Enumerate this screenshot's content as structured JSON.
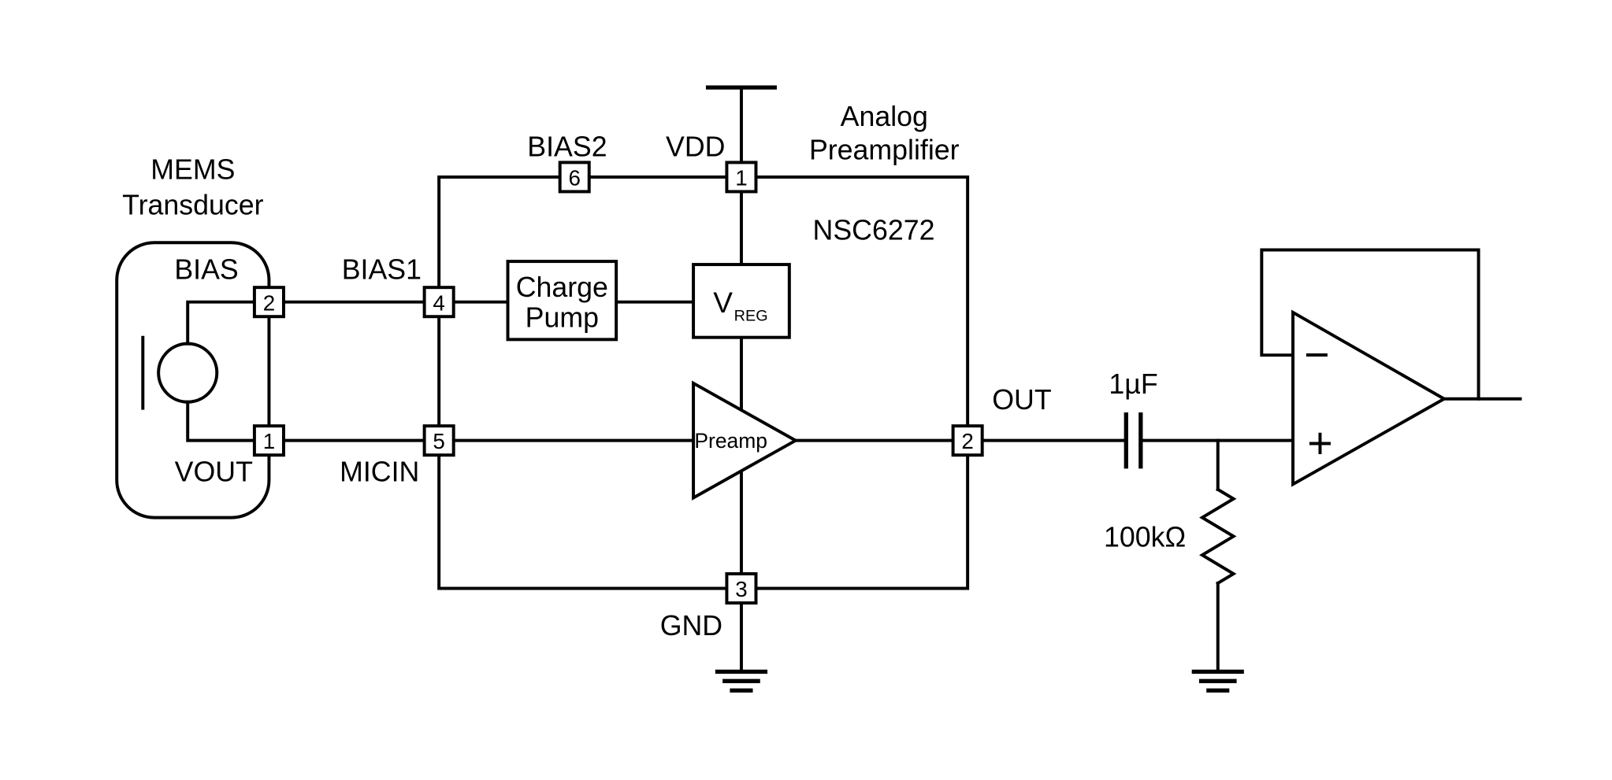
{
  "diagram": {
    "type": "circuit-schematic",
    "background": "#ffffff",
    "stroke_color": "#000000",
    "blocks": {
      "mems_title_line1": "MEMS",
      "mems_title_line2": "Transducer",
      "analog_title_line1": "Analog",
      "analog_title_line2": "Preamplifier",
      "part_number": "NSC6272",
      "charge_pump_line1": "Charge",
      "charge_pump_line2": "Pump",
      "vreg_main": "V",
      "vreg_sub": "REG",
      "preamp": "Preamp"
    },
    "pin_labels": {
      "bias": "BIAS",
      "vout": "VOUT",
      "bias1": "BIAS1",
      "micin": "MICIN",
      "bias2": "BIAS2",
      "vdd": "VDD",
      "out": "OUT",
      "gnd": "GND"
    },
    "pin_numbers": {
      "transducer_bias": "2",
      "transducer_vout": "1",
      "bias1": "4",
      "micin": "5",
      "bias2": "6",
      "vdd": "1",
      "out": "2",
      "gnd": "3"
    },
    "components": {
      "coupling_cap": "1µF",
      "bias_resistor": "100kΩ",
      "opamp_inverting": "−",
      "opamp_noninverting": "+"
    }
  }
}
